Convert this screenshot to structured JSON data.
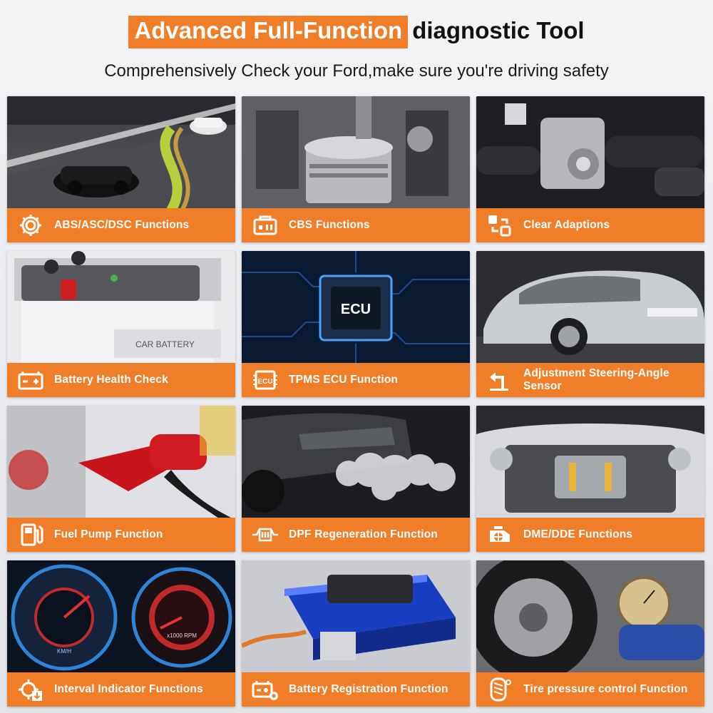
{
  "header": {
    "title_highlight": "Advanced Full-Function",
    "title_rest": "diagnostic Tool",
    "subtitle": "Comprehensively Check your Ford,make sure you're driving safety"
  },
  "colors": {
    "accent": "#f07d28",
    "text": "#111111",
    "label": "#ffffff"
  },
  "cards": [
    {
      "label": "ABS/ASC/DSC Functions",
      "icon": "gear-icon",
      "photo": "car-on-road"
    },
    {
      "label": "CBS Functions",
      "icon": "service-box-icon",
      "photo": "engine-piston"
    },
    {
      "label": "Clear Adaptions",
      "icon": "reset-blocks-icon",
      "photo": "throttle-body"
    },
    {
      "label": "Battery Health Check",
      "icon": "battery-icon",
      "photo": "car-battery"
    },
    {
      "label": "TPMS ECU Function",
      "icon": "ecu-chip-icon",
      "photo": "ecu-board"
    },
    {
      "label": "Adjustment Steering-Angle Sensor",
      "icon": "turn-arrow-icon",
      "photo": "silver-car"
    },
    {
      "label": "Fuel Pump Function",
      "icon": "fuel-pump-icon",
      "photo": "fuel-nozzle"
    },
    {
      "label": "DPF Regeneration Function",
      "icon": "dpf-filter-icon",
      "photo": "exhaust-smoke"
    },
    {
      "label": "DME/DDE Functions",
      "icon": "engine-fan-icon",
      "photo": "engine-bay"
    },
    {
      "label": "Interval Indicator Functions",
      "icon": "gear-download-icon",
      "photo": "speedometer"
    },
    {
      "label": "Battery Registration Function",
      "icon": "battery-gear-icon",
      "photo": "ev-battery"
    },
    {
      "label": "Tire pressure control Function",
      "icon": "tire-icon",
      "photo": "tire-gauge"
    }
  ],
  "photo_text": {
    "car_battery": "CAR BATTERY",
    "ecu": "ECU",
    "speedo_unit": "KM/H",
    "rpm_unit": "x1000 RPM"
  }
}
